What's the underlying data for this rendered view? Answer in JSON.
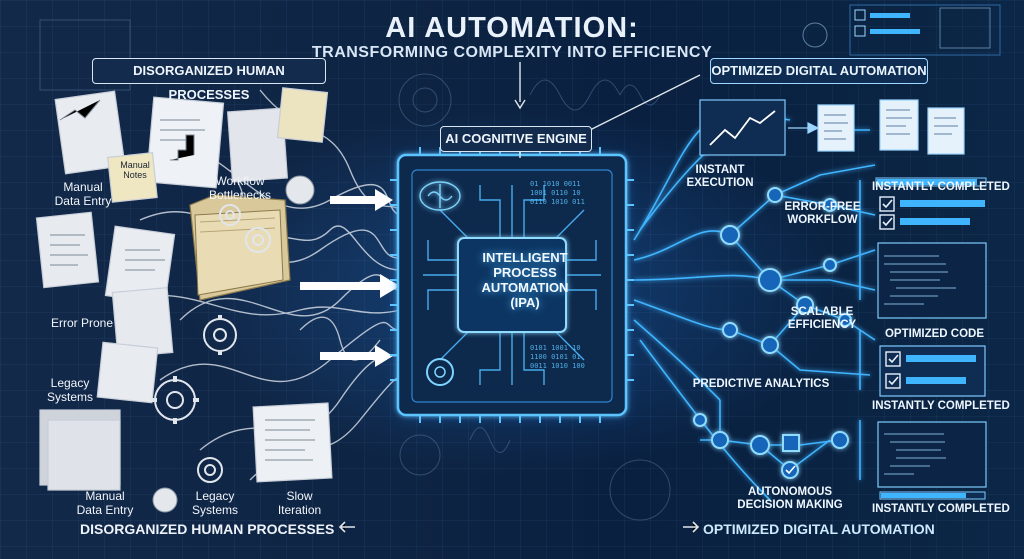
{
  "header": {
    "title": "AI AUTOMATION:",
    "subtitle": "TRANSFORMING COMPLEXITY INTO EFFICIENCY"
  },
  "banners": {
    "left_top": "DISORGANIZED HUMAN PROCESSES",
    "right_top": "OPTIMIZED DIGITAL AUTOMATION",
    "engine": "AI COGNITIVE ENGINE",
    "left_bottom": "DISORGANIZED HUMAN PROCESSES",
    "right_bottom": "OPTIMIZED DIGITAL AUTOMATION"
  },
  "core": {
    "label_line1": "INTELLIGENT",
    "label_line2": "PROCESS",
    "label_line3": "AUTOMATION",
    "label_line4": "(IPA)"
  },
  "left_labels": {
    "manual_data_entry_1_a": "Manual",
    "manual_data_entry_1_b": "Data Entry",
    "workflow_a": "Workflow",
    "workflow_b": "Bottlenecks",
    "error_prone": "Error Prone",
    "legacy_1_a": "Legacy",
    "legacy_1_b": "Systems",
    "manual_data_entry_2_a": "Manual",
    "manual_data_entry_2_b": "Data Entry",
    "legacy_2_a": "Legacy",
    "legacy_2_b": "Systems",
    "slow_a": "Slow",
    "slow_b": "Iteration",
    "note_manual_notes_a": "Manual",
    "note_manual_notes_b": "Notes"
  },
  "right_labels": {
    "instant_a": "INSTANT",
    "instant_b": "EXECUTION",
    "error_free_a": "ERROR-FREE",
    "error_free_b": "WORKFLOW",
    "scalable_a": "SCALABLE",
    "scalable_b": "EFFICIENCY",
    "predictive": "PREDICTIVE ANALYTICS",
    "autonomous_a": "AUTONOMOUS",
    "autonomous_b": "DECISION MAKING",
    "completed_1": "INSTANTLY COMPLETED",
    "optimized_code": "OPTIMIZED CODE",
    "completed_2": "INSTANTLY COMPLETED",
    "completed_3": "INSTANTLY COMPLETED"
  },
  "colors": {
    "accent": "#3fb4ff",
    "glow": "#7fd4ff",
    "sketch": "#d9dfe7",
    "background": "#0b1e36"
  }
}
